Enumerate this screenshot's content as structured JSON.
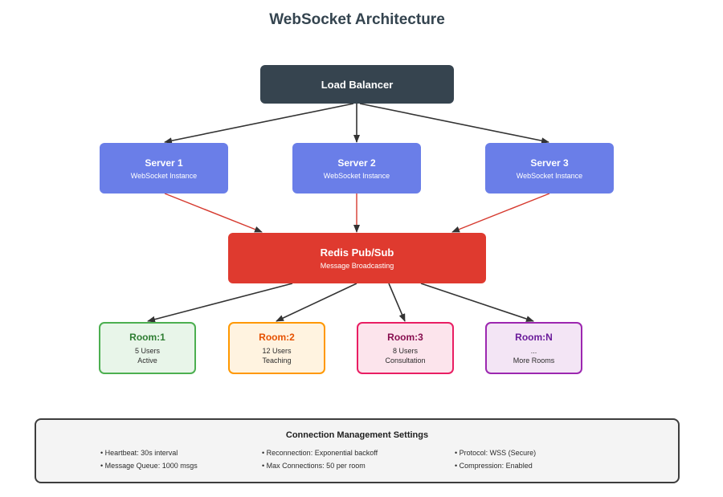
{
  "title": "WebSocket Architecture",
  "load_balancer": {
    "label": "Load Balancer"
  },
  "servers": [
    {
      "name": "Server 1",
      "sub": "WebSocket Instance"
    },
    {
      "name": "Server 2",
      "sub": "WebSocket Instance"
    },
    {
      "name": "Server 3",
      "sub": "WebSocket Instance"
    }
  ],
  "redis": {
    "name": "Redis Pub/Sub",
    "sub": "Message Broadcasting"
  },
  "rooms": [
    {
      "name": "Room:1",
      "line1": "5 Users",
      "line2": "Active"
    },
    {
      "name": "Room:2",
      "line1": "12 Users",
      "line2": "Teaching"
    },
    {
      "name": "Room:3",
      "line1": "8 Users",
      "line2": "Consultation"
    },
    {
      "name": "Room:N",
      "line1": "...",
      "line2": "More Rooms"
    }
  ],
  "settings": {
    "heading": "Connection Management Settings",
    "items": [
      "• Heartbeat: 30s interval",
      "• Reconnection: Exponential backoff",
      "• Protocol: WSS (Secure)",
      "• Message Queue: 1000 msgs",
      "• Max Connections: 50 per room",
      "• Compression: Enabled"
    ]
  },
  "colors": {
    "load_balancer": "#36444f",
    "server": "#6a7ee8",
    "redis": "#df3a2f",
    "arrow_dark": "#333333",
    "arrow_red": "#d63a2f"
  }
}
